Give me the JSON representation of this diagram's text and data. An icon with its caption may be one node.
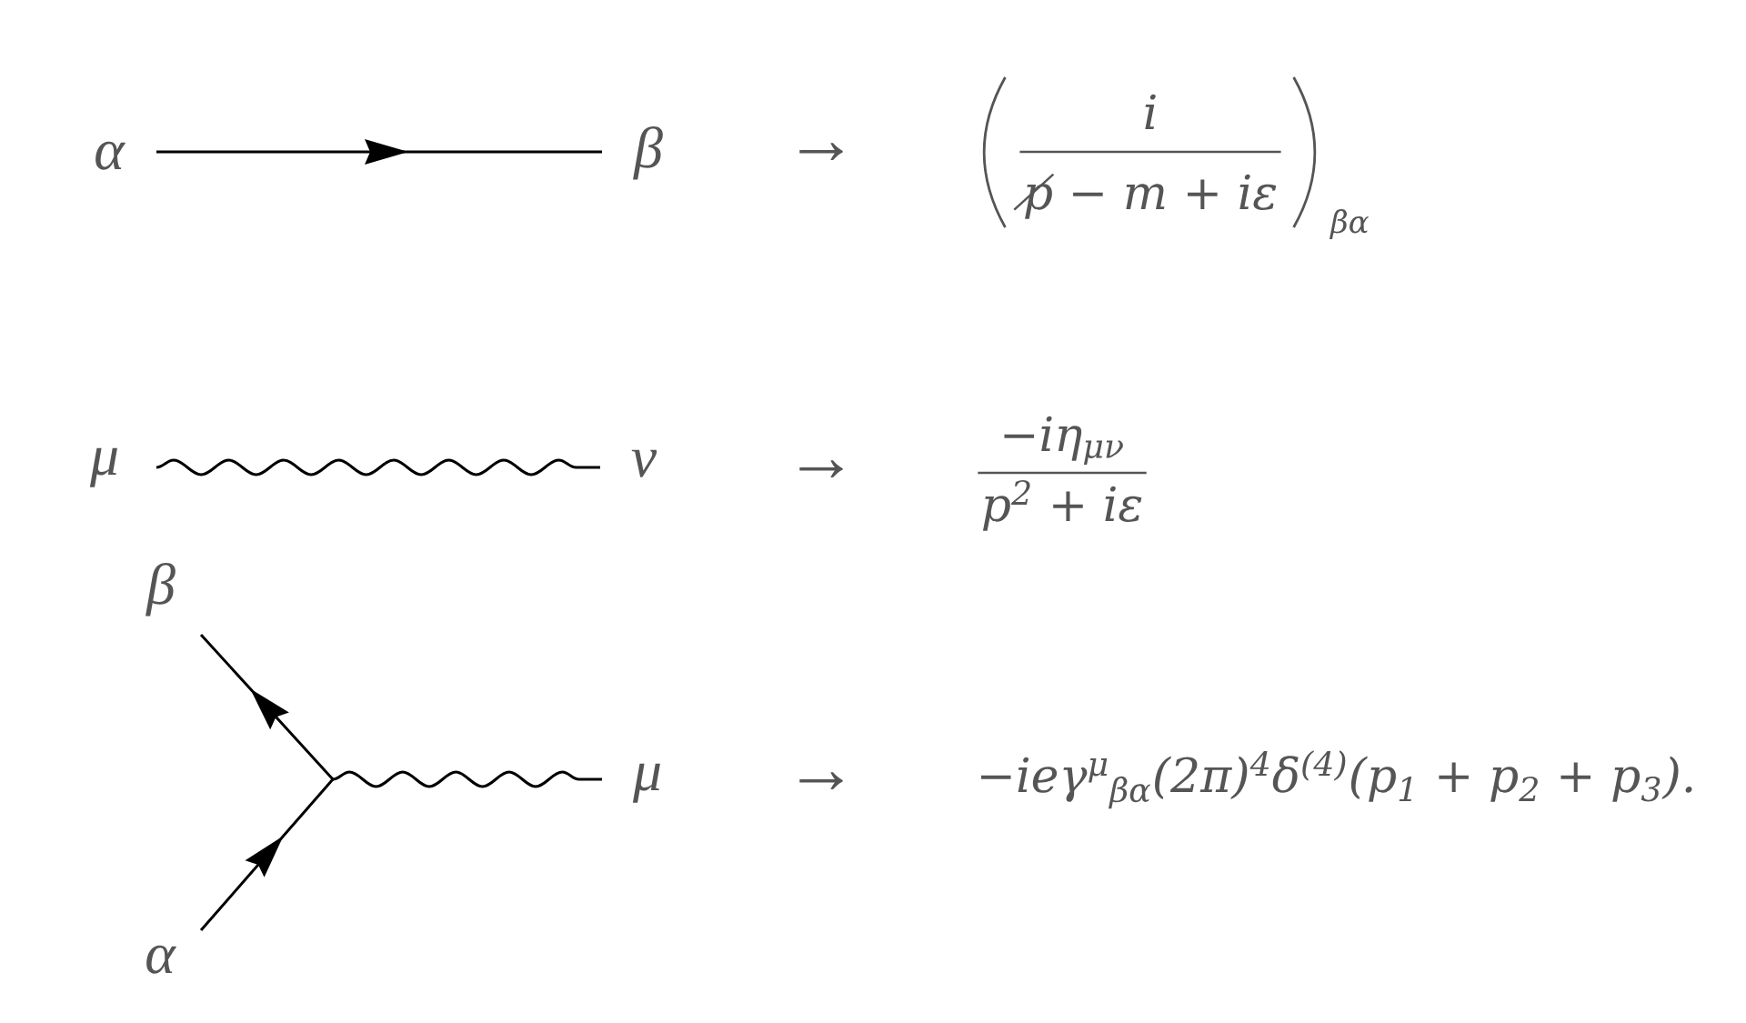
{
  "diagram": {
    "nodes": [
      {
        "text": [
          "α"
        ]
      },
      {
        "text": [
          "β"
        ]
      },
      {
        "text": [
          "μ"
        ]
      },
      {
        "text": [
          "ν"
        ]
      },
      {
        "text": [
          "β"
        ]
      },
      {
        "text": [
          "μ"
        ]
      },
      {
        "text": [
          "α"
        ]
      }
    ],
    "edges": [
      {
        "from": 0,
        "to": 1,
        "arrow": "to"
      },
      {
        "from": 2,
        "to": 3,
        "arrow": "none"
      },
      {
        "from": 6,
        "to": 4,
        "arrow": "to"
      },
      {
        "from": null,
        "to": 5,
        "arrow": "none"
      }
    ],
    "labels": [
      "→",
      "i",
      "p̸ − m + iε",
      "βα",
      "→",
      "−iη$_{μν}$",
      "p$^{2}$ + iε",
      "→",
      "−ieγ$^{μ}$$_{βα}$(2π)$^{4}$δ$^{(4)}$(p$_{1}$ + p$_{2}$ + p$_{3}$)."
    ]
  }
}
